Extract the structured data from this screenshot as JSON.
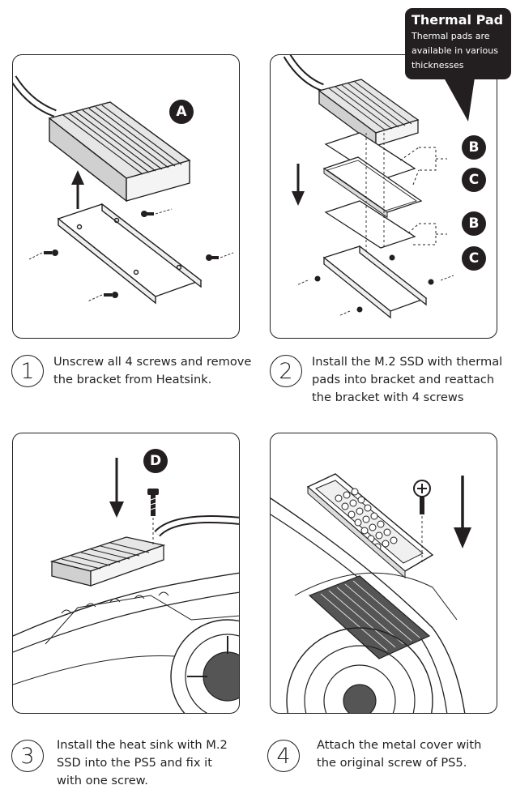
{
  "callout": {
    "title": "Thermal Pad",
    "body": "Thermal pads are available in various thicknesses"
  },
  "markers": {
    "a": "A",
    "b": "B",
    "c": "C",
    "d": "D"
  },
  "steps": [
    {
      "number": "1",
      "text": "Unscrew all 4 screws and remove the bracket from Heatsink."
    },
    {
      "number": "2",
      "text": "Install the M.2 SSD with thermal pads into bracket and reattach the bracket with 4 screws"
    },
    {
      "number": "3",
      "text": "Install the heat sink with M.2 SSD into the PS5 and fix it with one screw."
    },
    {
      "number": "4",
      "text": "Attach the metal cover with the original screw of PS5."
    }
  ]
}
